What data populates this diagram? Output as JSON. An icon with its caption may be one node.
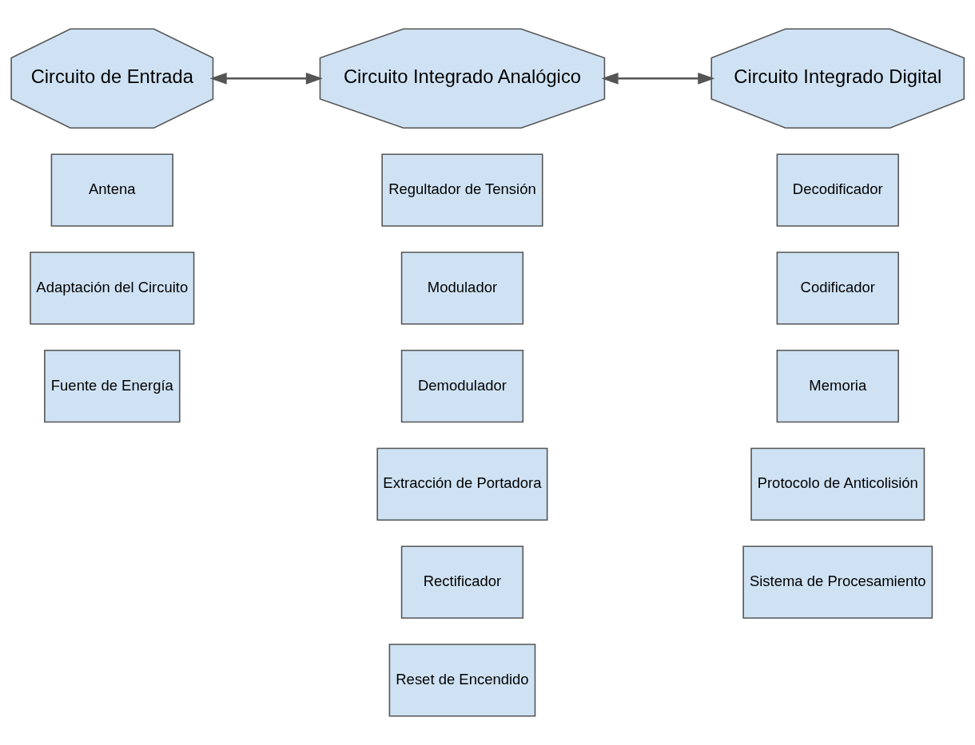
{
  "diagram": {
    "nodes": [
      {
        "text": [
          "Circuito de Entrada"
        ]
      },
      {
        "text": [
          "Circuito Integrado Analógico"
        ]
      },
      {
        "text": [
          "Circuito Integrado Digital"
        ]
      },
      {
        "text": [
          "Antena"
        ]
      },
      {
        "text": [
          "Adaptación del Circuito"
        ]
      },
      {
        "text": [
          "Fuente de Energía"
        ]
      },
      {
        "text": [
          "Regultador de Tensión"
        ]
      },
      {
        "text": [
          "Modulador"
        ]
      },
      {
        "text": [
          "Demodulador"
        ]
      },
      {
        "text": [
          "Extracción de Portadora"
        ]
      },
      {
        "text": [
          "Rectificador"
        ]
      },
      {
        "text": [
          "Reset de Encendido"
        ]
      },
      {
        "text": [
          "Decodificador"
        ]
      },
      {
        "text": [
          "Codificador"
        ]
      },
      {
        "text": [
          "Memoria"
        ]
      },
      {
        "text": [
          "Protocolo de Anticolisión"
        ]
      },
      {
        "text": [
          "Sistema de Procesamiento"
        ]
      }
    ],
    "edges": [
      {
        "from": 0,
        "to": 1,
        "arrow": "both"
      },
      {
        "from": 1,
        "to": 2,
        "arrow": "both"
      }
    ]
  }
}
